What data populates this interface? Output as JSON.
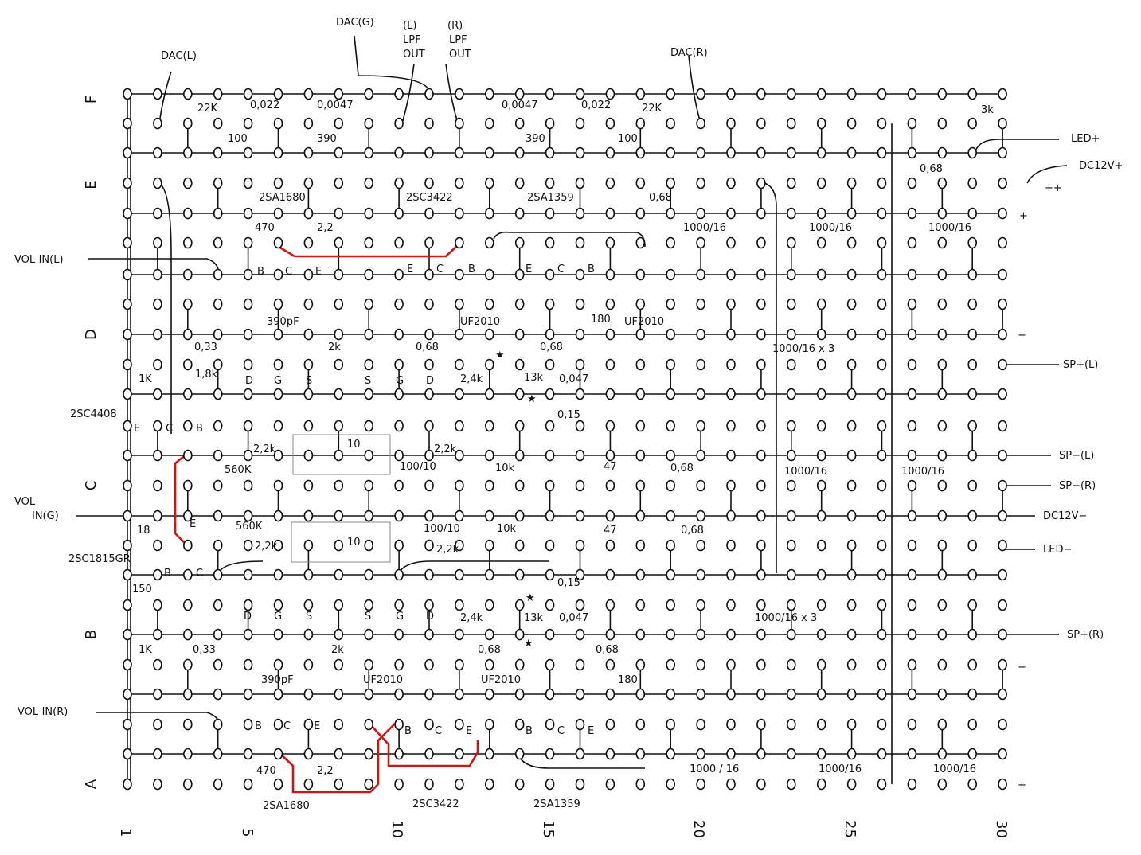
{
  "row_labels": [
    "A",
    "B",
    "C",
    "D",
    "E",
    "F"
  ],
  "col_numbers": [
    "1",
    "5",
    "10",
    "15",
    "20",
    "25",
    "30"
  ],
  "top_labels": {
    "dac_l": "DAC(L)",
    "dac_g": "DAC(G)",
    "lpf_l_1": "(L)",
    "lpf_l_2": "LPF",
    "lpf_l_3": "OUT",
    "lpf_r_1": "(R)",
    "lpf_r_2": "LPF",
    "lpf_r_3": "OUT",
    "dac_r": "DAC(R)"
  },
  "left_labels": {
    "vol_in_l": "VOL-IN(L)",
    "vol_in_g_1": "VOL-",
    "vol_in_g_2": "IN(G)",
    "vol_in_r": "VOL-IN(R)",
    "q_2sc4408": "2SC4408",
    "q_2sc1815": "2SC1815GR"
  },
  "right_labels": {
    "led_plus": "LED+",
    "dc12v_plus": "DC12V+",
    "plusplus": "++",
    "plus_e": "+",
    "minus_d": "−",
    "sp_plus_l": "SP+(L)",
    "sp_minus_l": "SP−(L)",
    "sp_minus_r": "SP−(R)",
    "dc12v_minus": "DC12V−",
    "led_minus": "LED−",
    "sp_plus_r": "SP+(R)",
    "minus_b": "−",
    "plus_a": "+"
  },
  "components": {
    "r22k_l": "22K",
    "c0022_l": "0,022",
    "c00047_l": "0,0047",
    "r100_l": "100",
    "r390_l": "390",
    "c00047_r": "0,0047",
    "c0022_r": "0,022",
    "r390_r": "390",
    "r100_r": "100",
    "r22k_r": "22K",
    "r3k": "3k",
    "r068_f": "0,68",
    "q2sa1680_top": "2SA1680",
    "q2sc3422_top": "2SC3422",
    "q2sa1359_top": "2SA1359",
    "r068_e": "0,68",
    "r470_top": "470",
    "r22_top": "2,2",
    "cap1000_1": "1000/16",
    "cap1000_2": "1000/16",
    "cap1000_3": "1000/16",
    "c390pf_top": "390pF",
    "uf2010_1": "UF2010",
    "uf2010_2": "UF2010",
    "r180_top": "180",
    "c033_top": "0,33",
    "r2k_top": "2k",
    "r068_d": "0,68",
    "r068_d2": "0,68",
    "cap1000x3_top": "1000/16 x 3",
    "r1k_top": "1K",
    "r18k": "1,8k",
    "r24k_top": "2,4k",
    "r13k_top": "13k",
    "c0047_top": "0,047",
    "c015_top": "0,15",
    "r22k_c1": "2,2k",
    "r22k_c2": "2,2k",
    "r10_top": "10",
    "c100_10_top": "100/10",
    "r10k_top": "10k",
    "r47_top": "47",
    "r068_c": "0,68",
    "r560k_1": "560K",
    "r560k_2": "560K",
    "cap1000_c1": "1000/16",
    "cap1000_c2": "1000/16",
    "r18": "18",
    "r10_bot": "10",
    "c100_10_bot": "100/10",
    "r10k_bot": "10k",
    "r47_bot": "47",
    "r068_bc": "0,68",
    "r22k_b1": "2,2k",
    "r22k_b2": "2,2k",
    "r150": "150",
    "c015_bot": "0,15",
    "r24k_bot": "2,4k",
    "r13k_bot": "13k",
    "c0047_bot": "0,047",
    "cap1000x3_bot": "1000/16 x 3",
    "r1k_bot": "1K",
    "c033_bot": "0,33",
    "r2k_bot": "2k",
    "r068_b1": "0,68",
    "r068_b2": "0,68",
    "c390pf_bot": "390pF",
    "uf2010_3": "UF2010",
    "uf2010_4": "UF2010",
    "r180_bot": "180",
    "r470_bot": "470",
    "r22_bot": "2,2",
    "cap1000_a1": "1000 / 16",
    "cap1000_a2": "1000/16",
    "cap1000_a3": "1000/16",
    "q2sa1680_bot": "2SA1680",
    "q2sc3422_bot": "2SC3422",
    "q2sa1359_bot": "2SA1359"
  },
  "pins": {
    "b": "B",
    "c": "C",
    "e": "E",
    "d": "D",
    "g": "G",
    "s": "S",
    "star": "★"
  },
  "colors": {
    "ink": "#111111",
    "jumper_red": "#d01515",
    "paper": "#ffffff"
  }
}
